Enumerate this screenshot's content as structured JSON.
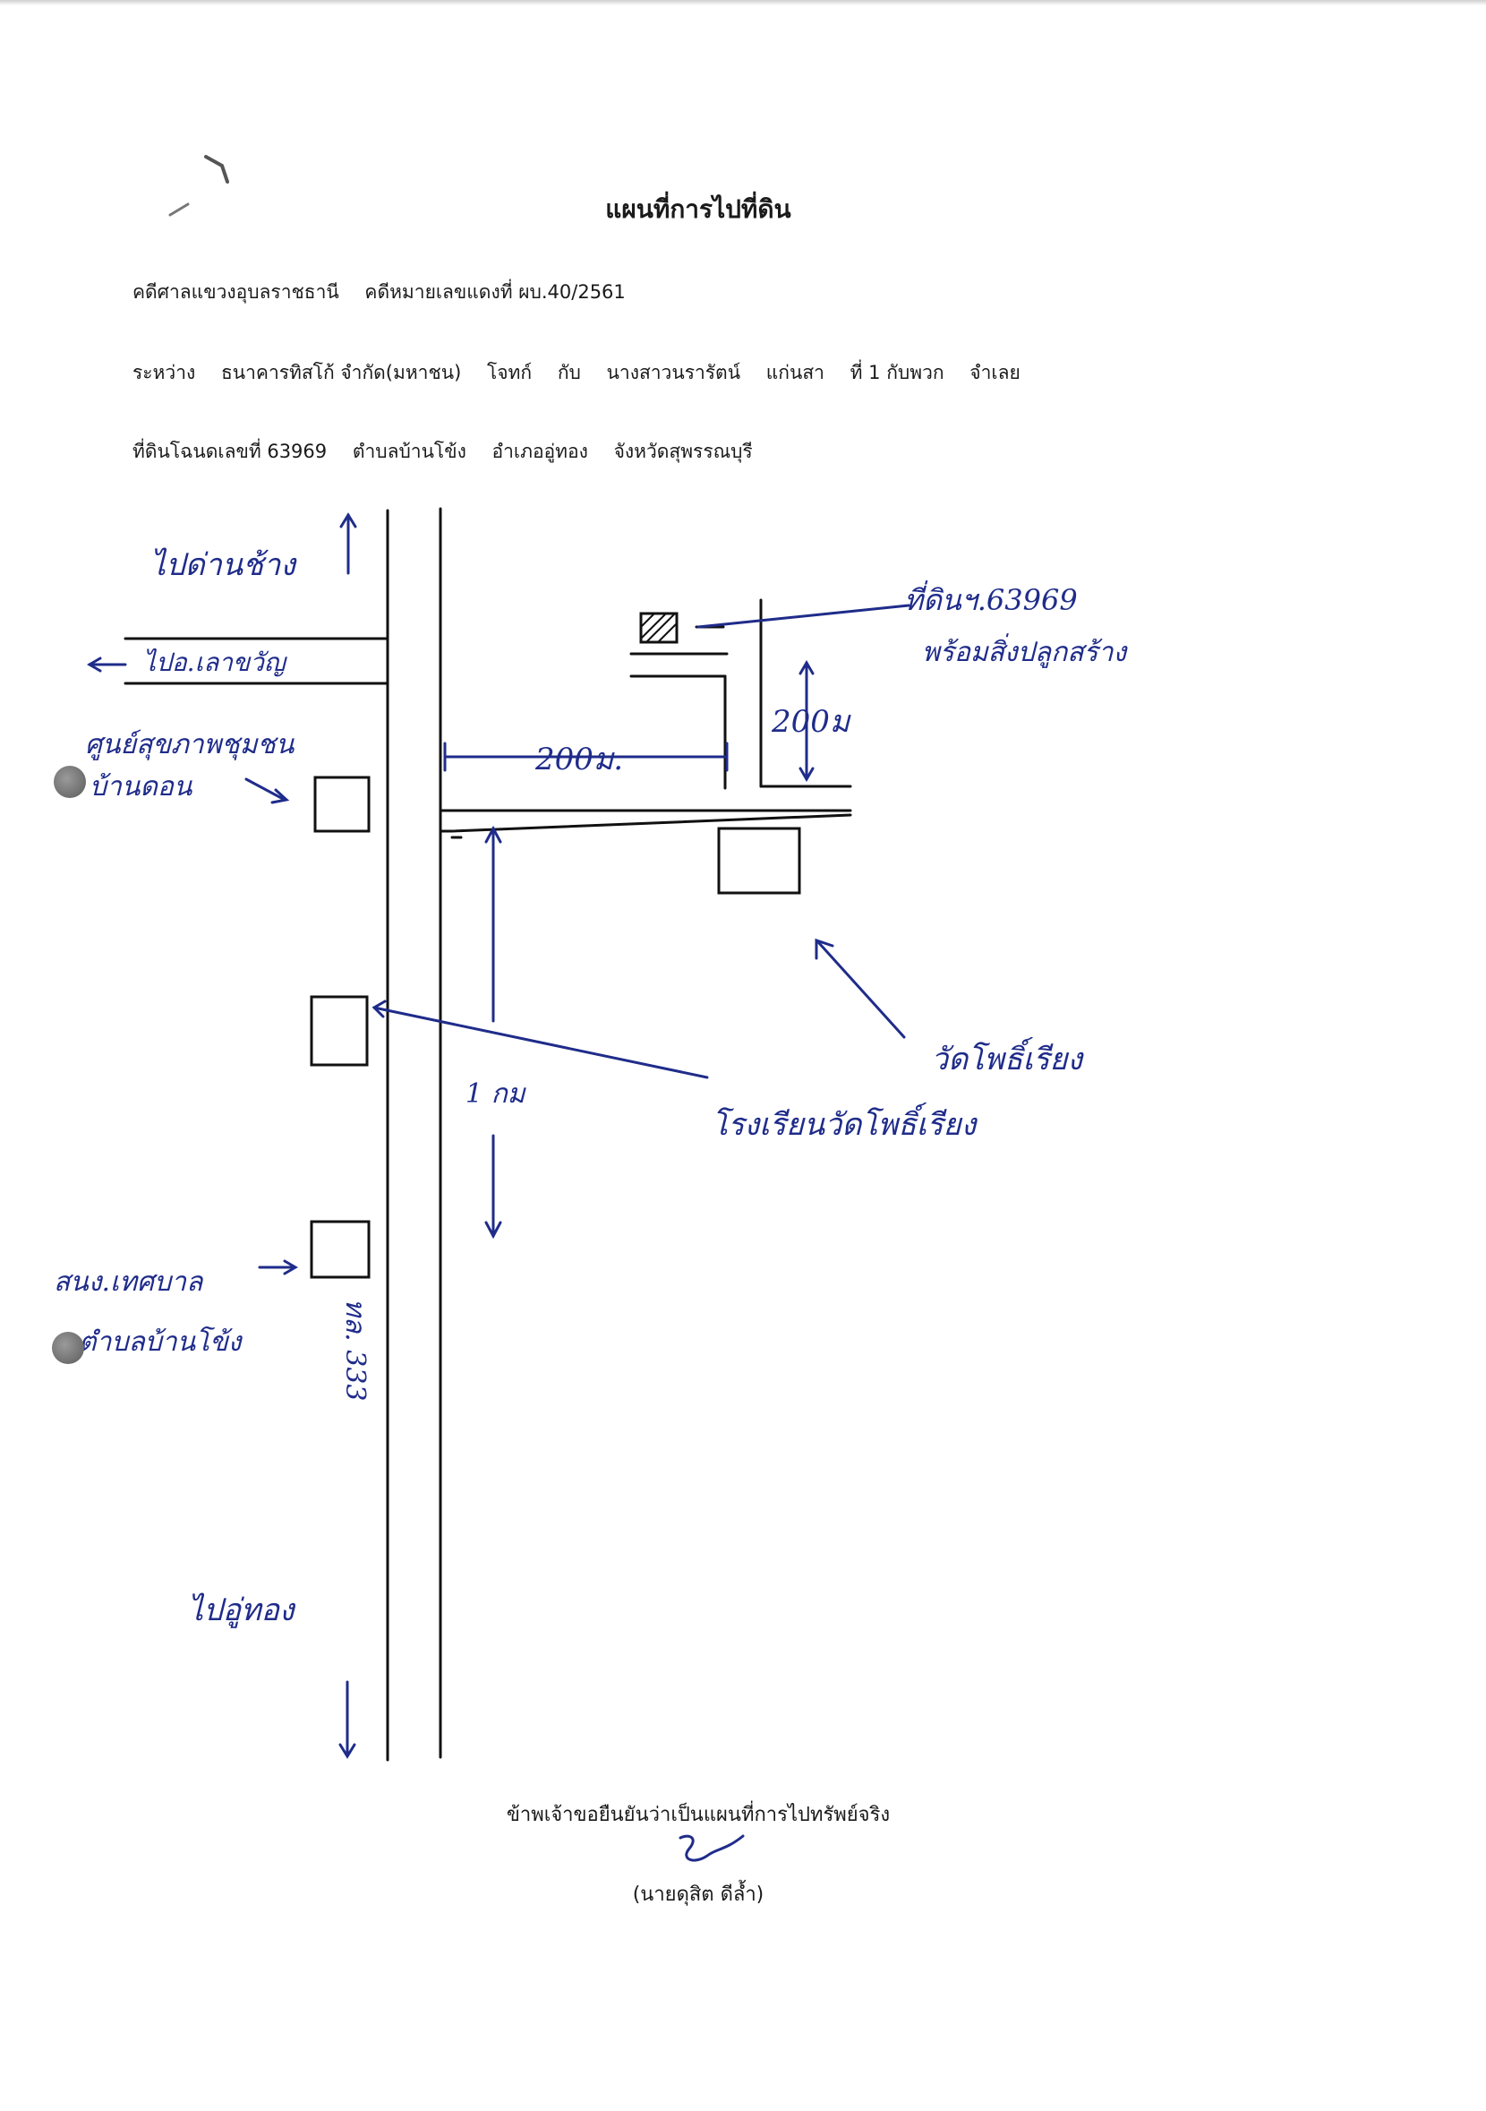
{
  "title": "แผนที่การไปที่ดิน",
  "header": {
    "court": "คดีศาลแขวงอุบลราชธานี",
    "case_no": "คดีหมายเลขแดงที่ ผบ.40/2561",
    "between": "ระหว่าง",
    "plaintiff": "ธนาคารทิสโก้ จำกัด(มหาชน)",
    "plaintiff_role": "โจทก์",
    "with": "กับ",
    "defendant": "นางสาวนรารัตน์",
    "defendant_surname": "แก่นสา",
    "defendant_no": "ที่ 1 กับพวก",
    "defendant_role": "จำเลย",
    "land_deed": "ที่ดินโฉนดเลขที่ 63969",
    "subdistrict": "ตำบลบ้านโข้ง",
    "district": "อำเภออู่ทอง",
    "province": "จังหวัดสุพรรณบุรี"
  },
  "map_labels": {
    "to_dan_chang": "ไปด่านช้าง",
    "lao_khwan": "ไปอ.เลาขวัญ",
    "health_center": "ศูนย์สุขภาพชุมชน",
    "health_center_line2": "บ้านดอน",
    "distance_200_h": "200ม.",
    "distance_200_v": "200ม",
    "land_label": "ที่ดินฯ.63969",
    "land_label_line2": "พร้อมสิ่งปลูกสร้าง",
    "temple": "วัดโพธิ์เรียง",
    "school": "โรงเรียนวัดโพธิ์เรียง",
    "distance_1km": "1 กม",
    "municipality": "สนง.เทศบาล",
    "municipality_line2": "ตำบลบ้านโข้ง",
    "highway": "ทล. 333",
    "to_u_thong": "ไปอู่ทอง"
  },
  "footer": {
    "confirm_text": "ข้าพเจ้าขอยืนยันว่าเป็นแผนที่การไปทรัพย์จริง",
    "signer": "(นายดุสิต  ดีล้ำ)"
  },
  "colors": {
    "ink": "#1f2c8a",
    "text": "#1a1a1a"
  }
}
